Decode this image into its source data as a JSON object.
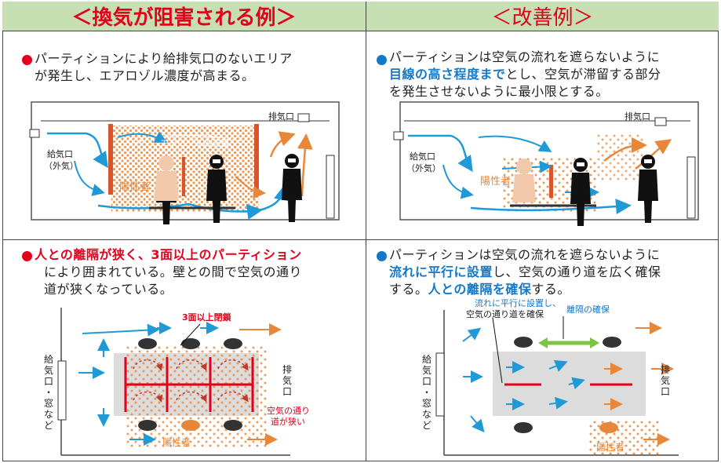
{
  "header": {
    "left_title": "＜換気が阻害される例＞",
    "right_title": "＜改善例＞"
  },
  "q1": {
    "text_line1": "パーティションにより給排気口のないエリア",
    "text_line2": "が発生し、エアロゾル濃度が高まる。",
    "exhaust_label": "排気口",
    "supply_label1": "給気口",
    "supply_label2": "（外気）",
    "aerosol_label": "エアロゾルの滞留",
    "positive_label": "陽性者"
  },
  "q2": {
    "text_line1": "パーティションは空気の流れを遮らないように",
    "text_line2_bold": "目線の高さ程度まで",
    "text_line2_rest": "とし、空気が滞留する部分",
    "text_line3": "を発生させないように最小限とする。",
    "exhaust_label": "排気口",
    "supply_label1": "給気口",
    "supply_label2": "（外気）",
    "positive_label": "陽性者"
  },
  "q3": {
    "text_line1_bold": "人との離隔が狭く、3面以上のパーティション",
    "text_line2": "により囲まれている。壁との間で空気の通り",
    "text_line3": "道が狭くなっている。",
    "closed_label": "3面以上閉鎖",
    "supply_vertical": [
      "給",
      "気",
      "口",
      "・",
      "窓",
      "な",
      "ど"
    ],
    "exhaust_vertical": [
      "排",
      "気",
      "口"
    ],
    "narrow_label1": "空気の通り",
    "narrow_label2": "道が狭い",
    "positive_label": "陽性者"
  },
  "q4": {
    "text_line1": "パーティションは空気の流れを遮らないように",
    "text_line2_bold": "流れに平行に設置",
    "text_line2_rest": "し、空気の通り道を広く確保",
    "text_line3_pre": "する。",
    "text_line3_bold": "人との離隔を確保",
    "text_line3_post": "する。",
    "parallel_label1": "流れに平行に設置し、",
    "parallel_label2": "空気の通り道を確保",
    "distance_label": "離隔の確保",
    "supply_vertical": [
      "給",
      "気",
      "口",
      "・",
      "窓",
      "な",
      "ど"
    ],
    "exhaust_vertical": [
      "排",
      "気",
      "口"
    ],
    "positive_label": "陽性者"
  },
  "colors": {
    "red": "#e3001b",
    "blue": "#1478c8",
    "orange": "#e8873a",
    "green": "#7cc444",
    "header_bg": "#c6e0b4"
  }
}
